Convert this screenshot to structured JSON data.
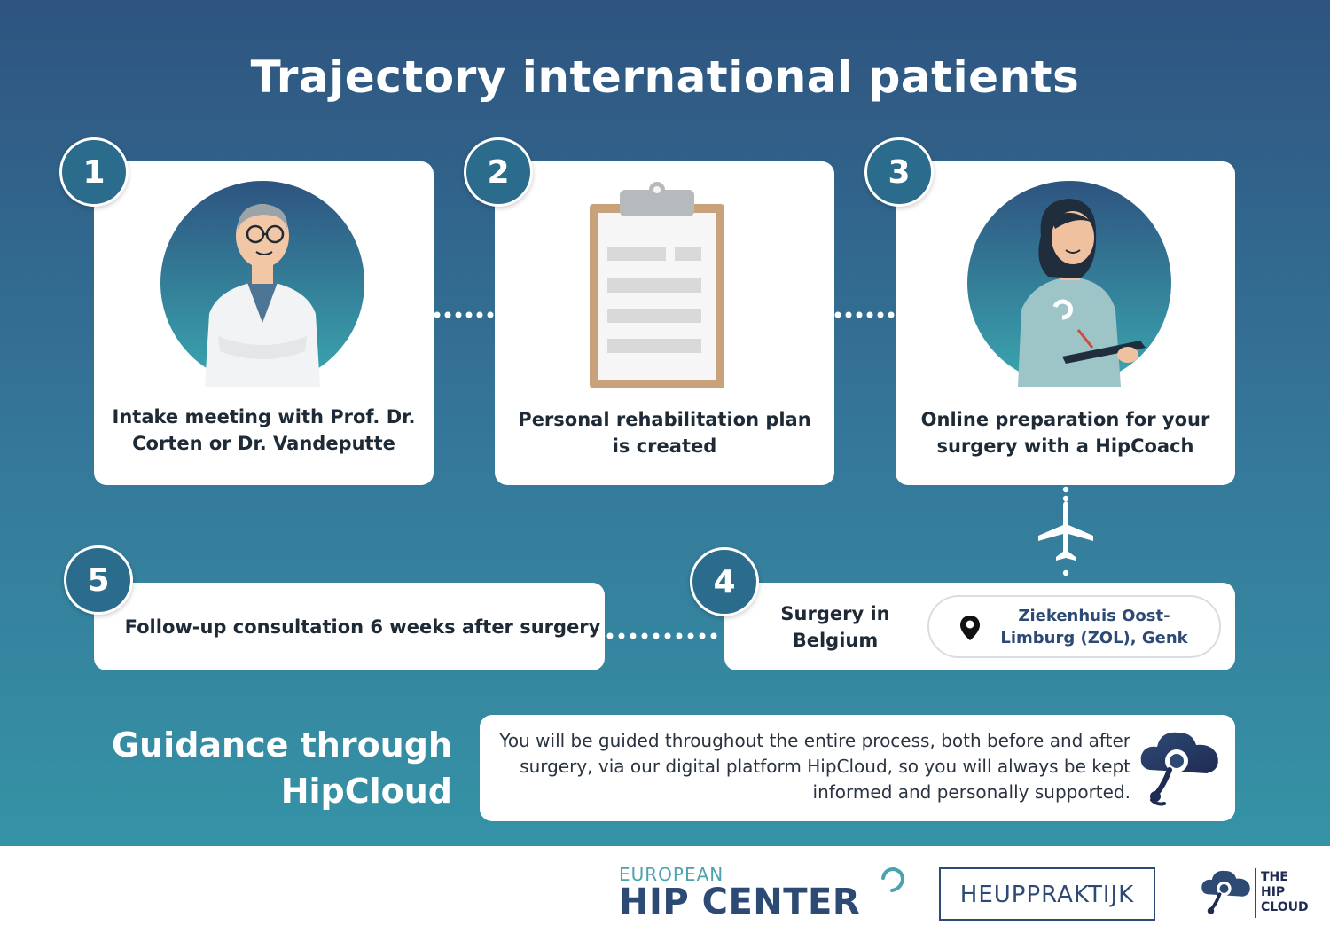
{
  "title": "Trajectory international patients",
  "steps": [
    {
      "number": "1",
      "label": "Intake meeting with Prof. Dr. Corten or Dr. Vandeputte"
    },
    {
      "number": "2",
      "label": "Personal rehabilitation plan is created"
    },
    {
      "number": "3",
      "label": "Online preparation for your surgery with a HipCoach"
    },
    {
      "number": "4",
      "label": "Surgery in Belgium",
      "location": "Ziekenhuis Oost-Limburg (ZOL), Genk"
    },
    {
      "number": "5",
      "label": "Follow-up consultation 6 weeks after surgery"
    }
  ],
  "guidance": {
    "title": "Guidance through HipCloud",
    "text": "You will be guided throughout the entire process, both before and after surgery, via our digital platform HipCloud, so you will always be kept informed and personally supported."
  },
  "footer": {
    "ehc_top": "EUROPEAN",
    "ehc_main": "HIP CENTER",
    "heup": "HEUPPRAKTIJK",
    "hipcloud_1": "THE",
    "hipcloud_2": "HIP",
    "hipcloud_3": "CLOUD"
  },
  "colors": {
    "gradient_top": "#2e5480",
    "gradient_bottom": "#3593a6",
    "badge": "#2b6c8c",
    "brand_navy": "#2d4a75",
    "accent_teal": "#3aa7b0"
  }
}
